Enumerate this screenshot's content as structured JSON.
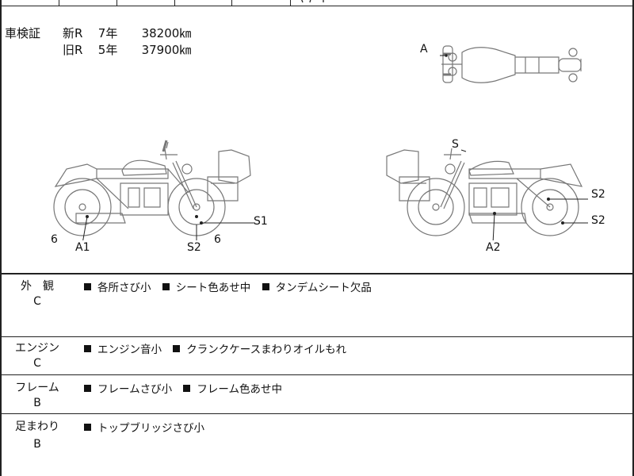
{
  "vehicle_inspection": {
    "label": "車検証",
    "rows": [
      {
        "type": "新R",
        "years": "7年",
        "mileage": "38200㎞"
      },
      {
        "type": "旧R",
        "years": "5年",
        "mileage": "37900㎞"
      }
    ]
  },
  "diagram_labels": {
    "top_view": "A",
    "left_side": {
      "tag_a1": "A1",
      "tag_s1": "S1",
      "tag_s2": "S2",
      "tag_6_left": "6",
      "tag_6_right": "6"
    },
    "right_side": {
      "tag_s": "S",
      "tag_s2_upper": "S2",
      "tag_s2_lower": "S2",
      "tag_a2": "A2"
    }
  },
  "sections": [
    {
      "category": "外　観",
      "grade": "C",
      "notes": [
        "各所さび小",
        "シート色あせ中",
        "タンデムシート欠品"
      ]
    },
    {
      "category": "エンジン",
      "grade": "C",
      "notes": [
        "エンジン音小",
        "クランクケースまわりオイルもれ"
      ]
    },
    {
      "category": "フレーム",
      "grade": "B",
      "notes": [
        "フレームさび小",
        "フレーム色あせ中"
      ]
    },
    {
      "category": "足まわり",
      "grade": "B",
      "notes": [
        "トップブリッジさび小"
      ]
    }
  ]
}
